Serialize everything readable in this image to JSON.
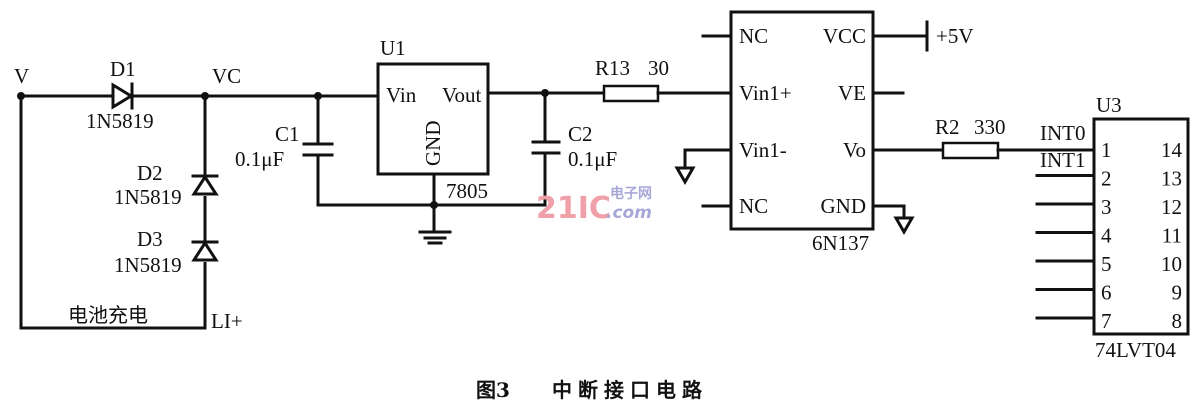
{
  "figure": {
    "caption_number": "图3",
    "caption_title": "中断接口电路"
  },
  "nodes": {
    "v": "V",
    "vc": "VC",
    "li_plus": "LI+",
    "battery_charge": "电池充电",
    "plus5v": "+5V"
  },
  "components": {
    "d1": {
      "ref": "D1",
      "value": "1N5819"
    },
    "d2": {
      "ref": "D2",
      "value": "1N5819"
    },
    "d3": {
      "ref": "D3",
      "value": "1N5819"
    },
    "c1": {
      "ref": "C1",
      "value": "0.1μF"
    },
    "c2": {
      "ref": "C2",
      "value": "0.1μF"
    },
    "r13": {
      "ref": "R13",
      "value": "30"
    },
    "r2": {
      "ref": "R2",
      "value": "330"
    },
    "u1": {
      "ref": "U1",
      "part": "7805",
      "pins": {
        "vin": "Vin",
        "vout": "Vout",
        "gnd": "GND"
      }
    },
    "u2": {
      "part": "6N137",
      "pins": {
        "nc1": "NC",
        "vin1p": "Vin1+",
        "vin1m": "Vin1-",
        "nc2": "NC",
        "vcc": "VCC",
        "ve": "VE",
        "vo": "Vo",
        "gnd": "GND"
      }
    },
    "u3": {
      "ref": "U3",
      "part": "74LVT04",
      "signals": {
        "int0": "INT0",
        "int1": "INT1"
      },
      "left_pins": [
        "1",
        "2",
        "3",
        "4",
        "5",
        "6",
        "7"
      ],
      "right_pins": [
        "14",
        "13",
        "12",
        "11",
        "10",
        "9",
        "8"
      ]
    }
  },
  "watermark": {
    "main": "21IC",
    "cn": "电子网",
    "domain": ".com",
    "color_main": "#f0a0a8",
    "color_sub": "#a8a8d8"
  }
}
